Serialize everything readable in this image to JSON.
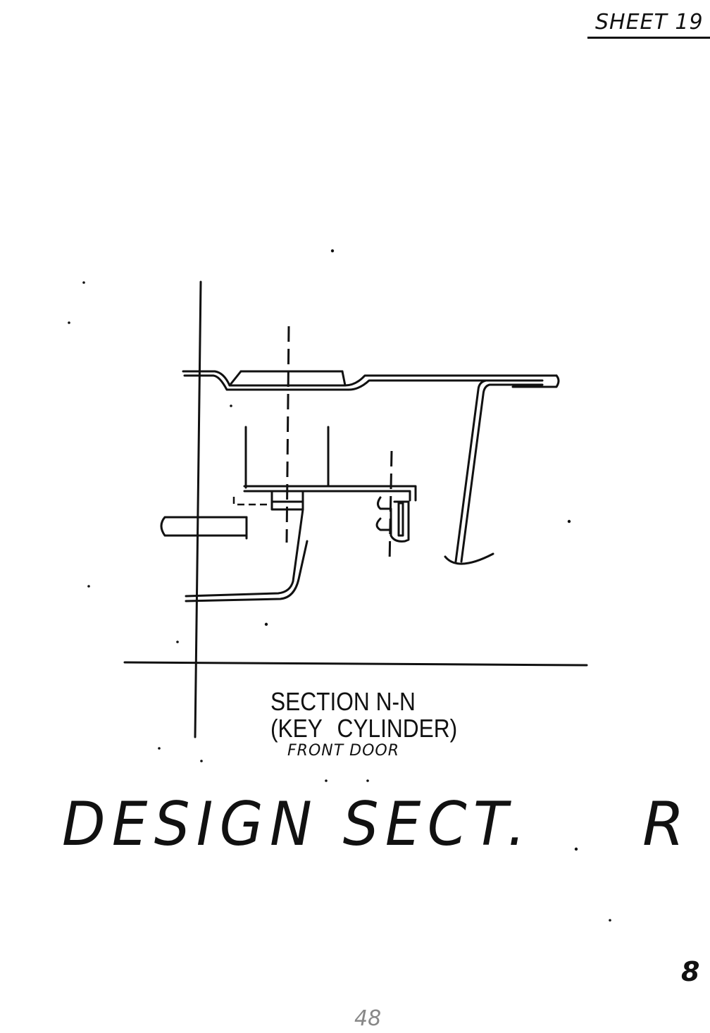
{
  "header": {
    "sheet_label": "SHEET 19"
  },
  "section": {
    "title": "SECTION N-N",
    "subtitle": "(KEY CYLINDER)",
    "note": "FRONT DOOR"
  },
  "design": {
    "label": "DESIGN SECT.",
    "letter": "R"
  },
  "page": {
    "number": "8",
    "bottom_number": "48"
  },
  "colors": {
    "ink": "#111111",
    "paper": "#ffffff",
    "faint": "#888888"
  }
}
